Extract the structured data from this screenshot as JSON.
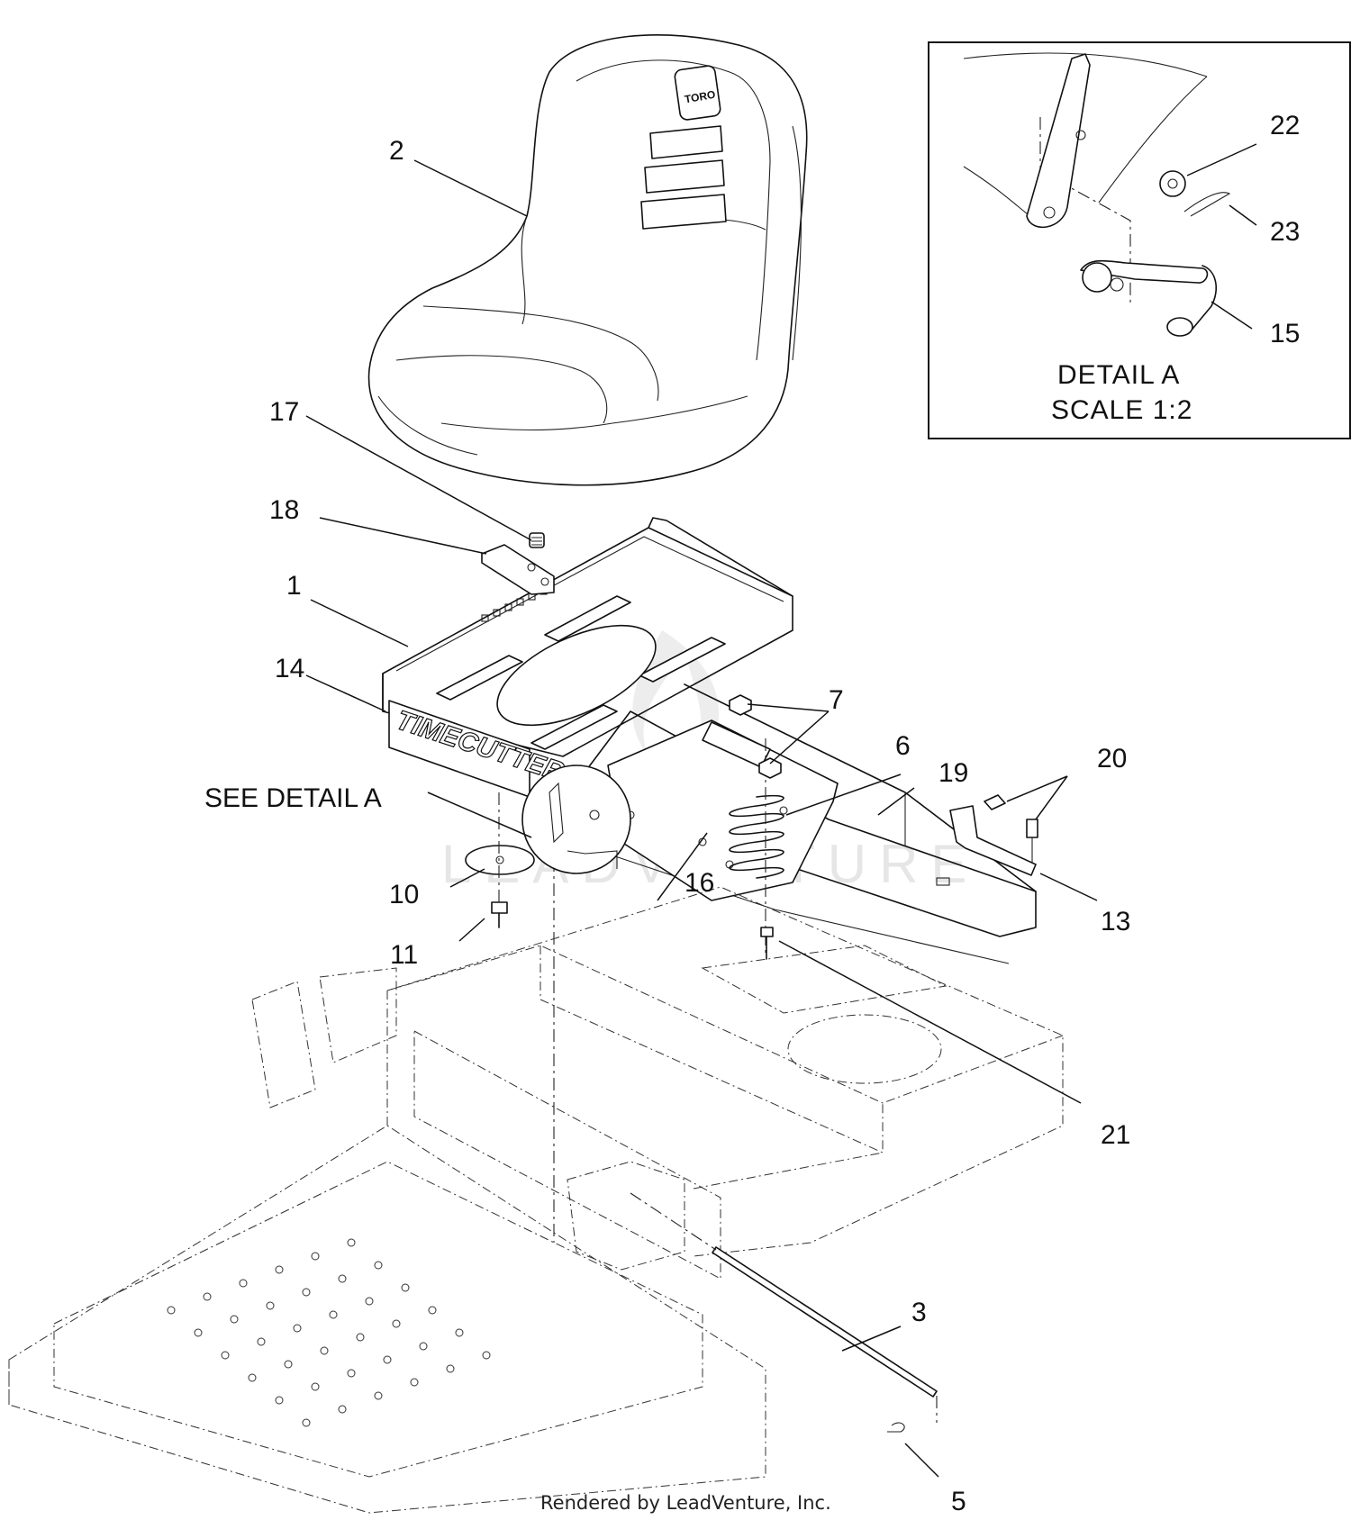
{
  "callouts": {
    "c1": "1",
    "c2": "2",
    "c3": "3",
    "c5": "5",
    "c6": "6",
    "c7": "7",
    "c10": "10",
    "c11": "11",
    "c13": "13",
    "c14": "14",
    "c15": "15",
    "c16": "16",
    "c17": "17",
    "c18": "18",
    "c19": "19",
    "c20": "20",
    "c21": "21",
    "c22": "22",
    "c23": "23",
    "see_detail": "SEE DETAIL A"
  },
  "detail": {
    "title": "DETAIL  A",
    "scale": "SCALE  1:2"
  },
  "decal_text": "TIMECUTTER",
  "seat_brand": "TORO",
  "watermark_text": "LEADVENTURE",
  "footer": "Rendered by LeadVenture, Inc."
}
